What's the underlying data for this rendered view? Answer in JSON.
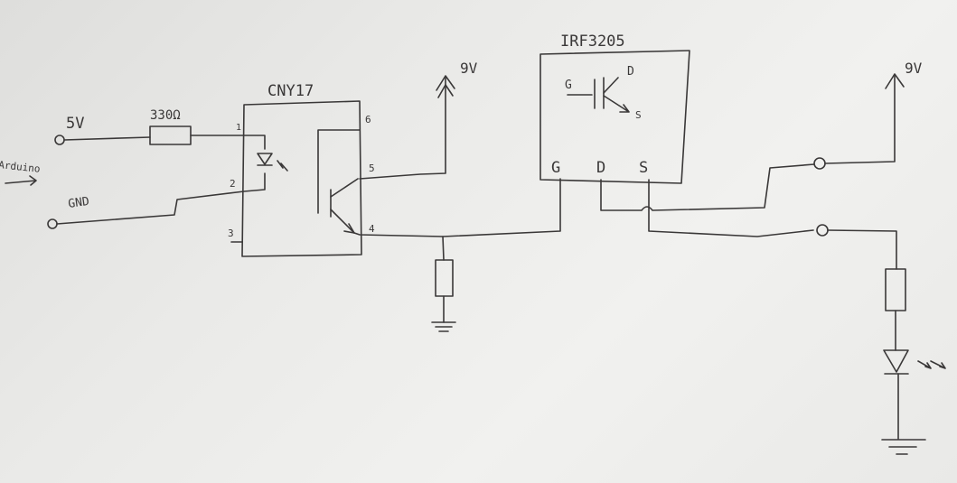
{
  "labels": {
    "input_5v": "5V",
    "input_source": "Arduino",
    "input_gnd": "GND",
    "resistor_value": "330Ω",
    "optocoupler": "CNY17",
    "opto_pin1": "1",
    "opto_pin2": "2",
    "opto_pin3": "3",
    "opto_pin4": "4",
    "opto_pin5": "5",
    "opto_pin6": "6",
    "supply_9v_left": "9V",
    "mosfet": "IRF3205",
    "mosfet_symbol_g": "G",
    "mosfet_symbol_d": "D",
    "mosfet_symbol_s": "S",
    "mosfet_pin_g": "G",
    "mosfet_pin_d": "D",
    "mosfet_pin_s": "S",
    "supply_9v_right": "9V"
  },
  "colors": {
    "ink": "#3a3838",
    "paper": "#ececea"
  }
}
